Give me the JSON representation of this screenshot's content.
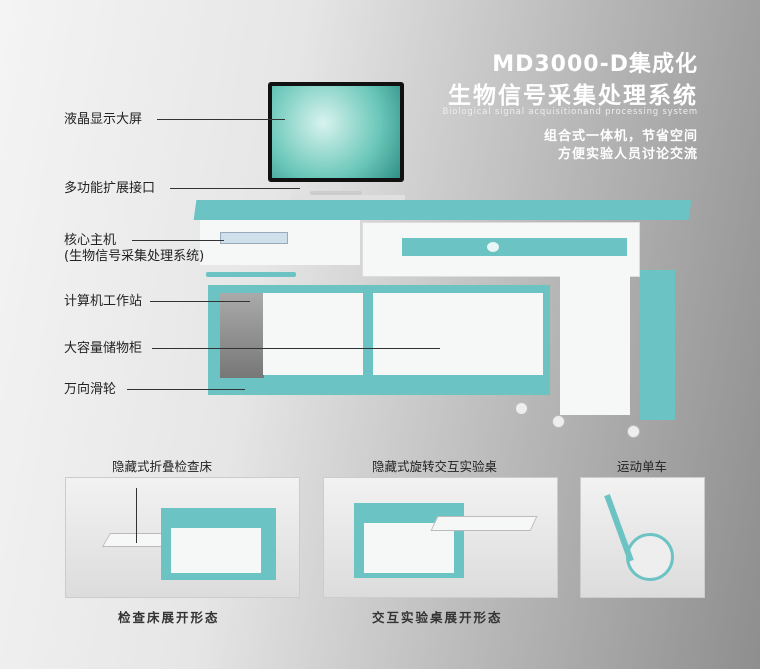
{
  "header": {
    "title_line1": "MD3000-D集成化",
    "title_line2": "生物信号采集处理系统",
    "subtitle": "Biological signal acquisitionand processing system",
    "tagline1": "组合式一体机，节省空间",
    "tagline2": "方便实验人员讨论交流"
  },
  "callouts": [
    {
      "label": "液晶显示大屏"
    },
    {
      "label": "多功能扩展接口"
    },
    {
      "label": "核心主机"
    },
    {
      "label": "(生物信号采集处理系统)"
    },
    {
      "label": "计算机工作站"
    },
    {
      "label": "大容量储物柜"
    },
    {
      "label": "万向滑轮"
    }
  ],
  "features": [
    {
      "label": "隐藏式折叠检查床",
      "caption": "检查床展开形态"
    },
    {
      "label": "隐藏式旋转交互实验桌",
      "caption": "交互实验桌展开形态"
    },
    {
      "label": "运动单车"
    }
  ],
  "colors": {
    "accent": "#6cc3c3",
    "text_dark": "#222222",
    "title": "#ffffff"
  }
}
